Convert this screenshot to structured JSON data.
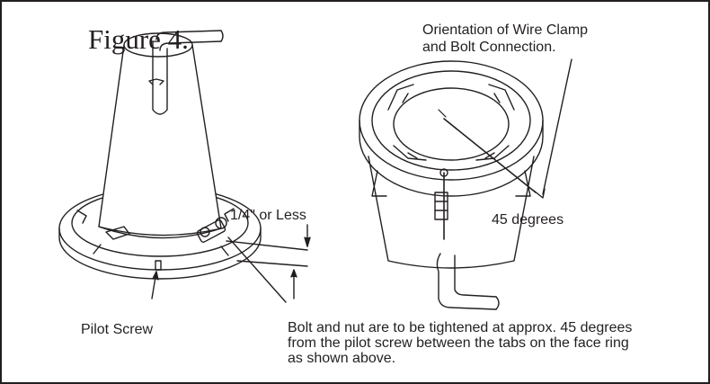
{
  "figure": {
    "title": "Figure 4.",
    "labels": {
      "orientation_line1": "Orientation of Wire Clamp",
      "orientation_line2": "and Bolt Connection.",
      "quarter_inch": "1/4\" or Less",
      "angle": "45 degrees",
      "pilot_screw": "Pilot Screw",
      "bolt_note_line1": "Bolt and nut are to be tightened at approx. 45 degrees",
      "bolt_note_line2": "from the pilot screw between the tabs on the face ring",
      "bolt_note_line3": "as shown above."
    }
  },
  "style": {
    "ink": "#231f20",
    "paper": "#ffffff"
  }
}
